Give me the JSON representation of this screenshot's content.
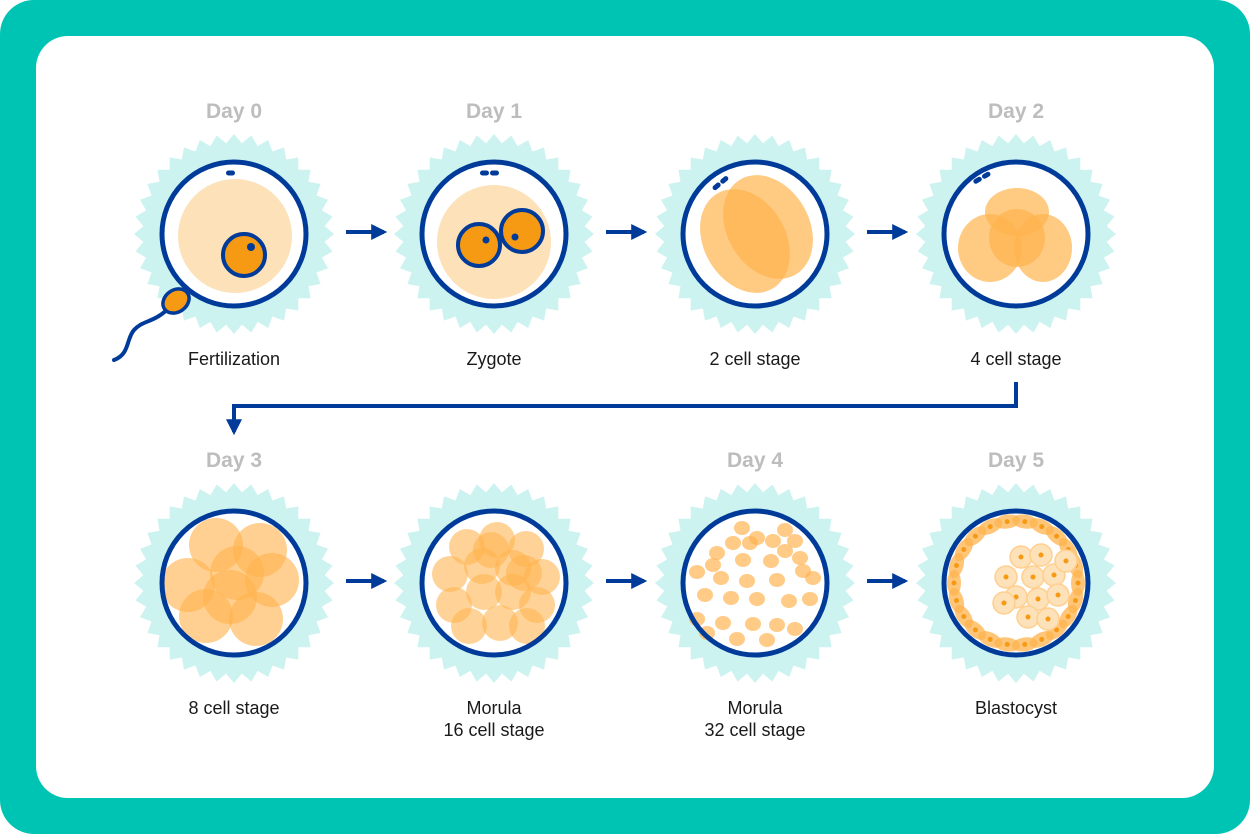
{
  "colors": {
    "frame": "#00c4b3",
    "card": "#ffffff",
    "zona": "#cdf3f1",
    "membrane": "#003b9a",
    "arrow": "#003b9a",
    "cytoplasm": "#fde1b8",
    "nucleus": "#f79a13",
    "cell": "#ffb34d",
    "day_text": "#bdbdbd",
    "label_text": "#1a1a1a"
  },
  "stages": [
    {
      "day": "Day 0",
      "label": [
        "Fertilization"
      ],
      "type": "fertilization"
    },
    {
      "day": "Day 1",
      "label": [
        "Zygote"
      ],
      "type": "zygote"
    },
    {
      "day": "",
      "label": [
        "2 cell stage"
      ],
      "type": "two-cell"
    },
    {
      "day": "Day 2",
      "label": [
        "4 cell stage"
      ],
      "type": "four-cell"
    },
    {
      "day": "Day 3",
      "label": [
        "8 cell stage"
      ],
      "type": "eight-cell"
    },
    {
      "day": "",
      "label": [
        "Morula",
        "16 cell stage"
      ],
      "type": "morula-16"
    },
    {
      "day": "Day 4",
      "label": [
        "Morula",
        "32 cell stage"
      ],
      "type": "morula-32"
    },
    {
      "day": "Day 5",
      "label": [
        "Blastocyst"
      ],
      "type": "blastocyst"
    }
  ]
}
